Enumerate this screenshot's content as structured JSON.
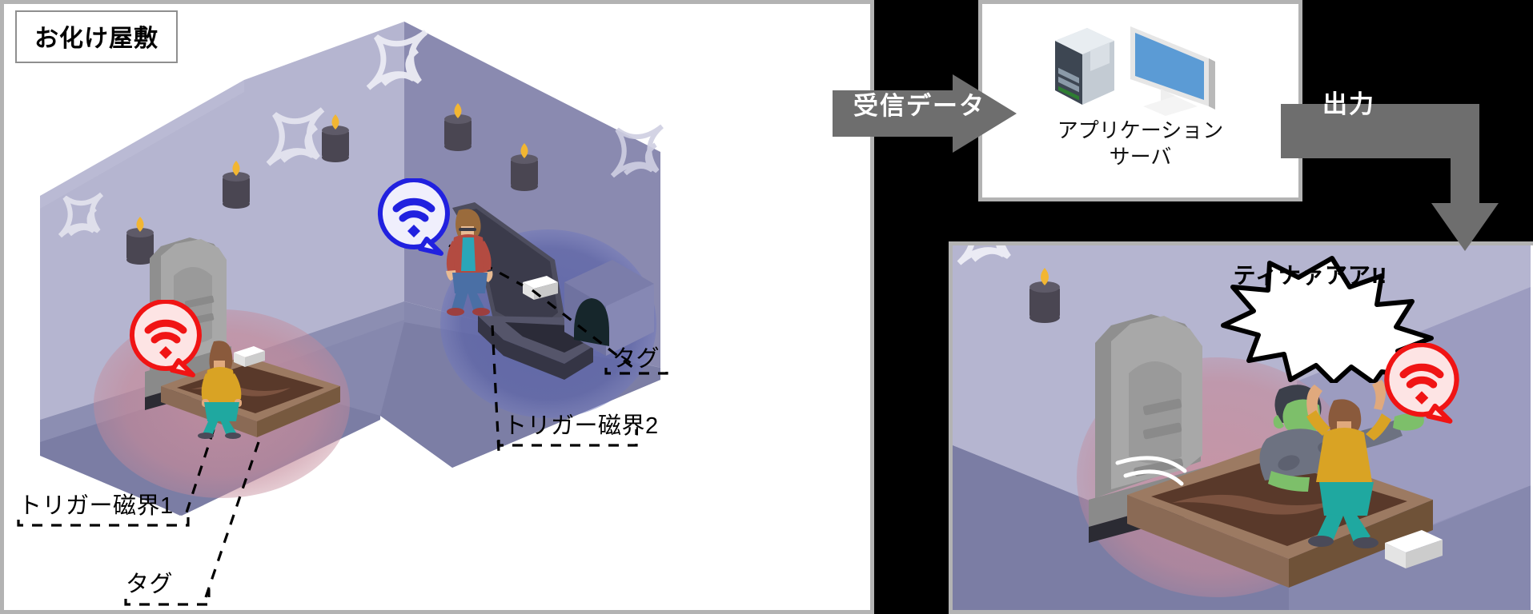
{
  "title_badge": {
    "text": "お化け屋敷"
  },
  "flow": {
    "receive_arrow_label": "受信データ",
    "output_arrow_label": "出力",
    "arrow_color": "#6e6e6e"
  },
  "server_panel": {
    "label_line1": "アプリケーション",
    "label_line2": "サーバ",
    "icon_tower": "server-tower-icon",
    "icon_monitor": "desktop-monitor-icon",
    "monitor_screen_color": "#5b9bd5"
  },
  "left_scene": {
    "labels": [
      {
        "id": "trigger1",
        "text": "トリガー磁界1"
      },
      {
        "id": "tag1",
        "text": "タグ"
      },
      {
        "id": "tag2",
        "text": "タグ"
      },
      {
        "id": "trigger2",
        "text": "トリガー磁界2"
      }
    ],
    "wifi_bubbles": [
      {
        "id": "wifi-red",
        "icon": "wifi-icon",
        "color": "#f01414",
        "fill": "#fde4e4"
      },
      {
        "id": "wifi-blue",
        "icon": "wifi-icon",
        "color": "#2121df",
        "fill": "#f0effc"
      }
    ],
    "field_colors": {
      "trigger_field_1": "#c48a9a",
      "trigger_field_2": "#5b63a8"
    },
    "room_colors": {
      "wall_left": "#b5b5d0",
      "wall_right": "#8a8ab0",
      "floor": "#8688ae",
      "floor_dark": "#7b7da4"
    },
    "props": [
      {
        "name": "gravestone",
        "count": 1
      },
      {
        "name": "open-coffin",
        "count": 1
      },
      {
        "name": "candle",
        "count": 6
      },
      {
        "name": "cobweb",
        "count": 5
      },
      {
        "name": "tag-device",
        "count": 2
      },
      {
        "name": "mouse-hole",
        "count": 1
      }
    ],
    "characters": [
      {
        "name": "woman-visitor",
        "shirt": "#d9a324",
        "pants": "#1fa8a0"
      },
      {
        "name": "man-visitor",
        "shirt": "#b34b41",
        "pants": "#4a6fa5"
      }
    ]
  },
  "right_scene": {
    "scream_text": "ティナァアア!!",
    "wifi_bubble": {
      "icon": "wifi-icon",
      "color": "#f01414",
      "fill": "#fde4e4"
    },
    "characters": [
      {
        "name": "zombie",
        "skin": "#7dbf6a",
        "shirt": "#6d7281"
      },
      {
        "name": "woman-visitor",
        "shirt": "#d9a324",
        "pants": "#1fa8a0"
      }
    ],
    "props": [
      {
        "name": "gravestone",
        "count": 1
      },
      {
        "name": "grave-dirt",
        "count": 1
      },
      {
        "name": "candle",
        "count": 1
      },
      {
        "name": "cobweb",
        "count": 1
      },
      {
        "name": "tag-device",
        "count": 1
      }
    ],
    "field_color": "#c48a9a"
  }
}
